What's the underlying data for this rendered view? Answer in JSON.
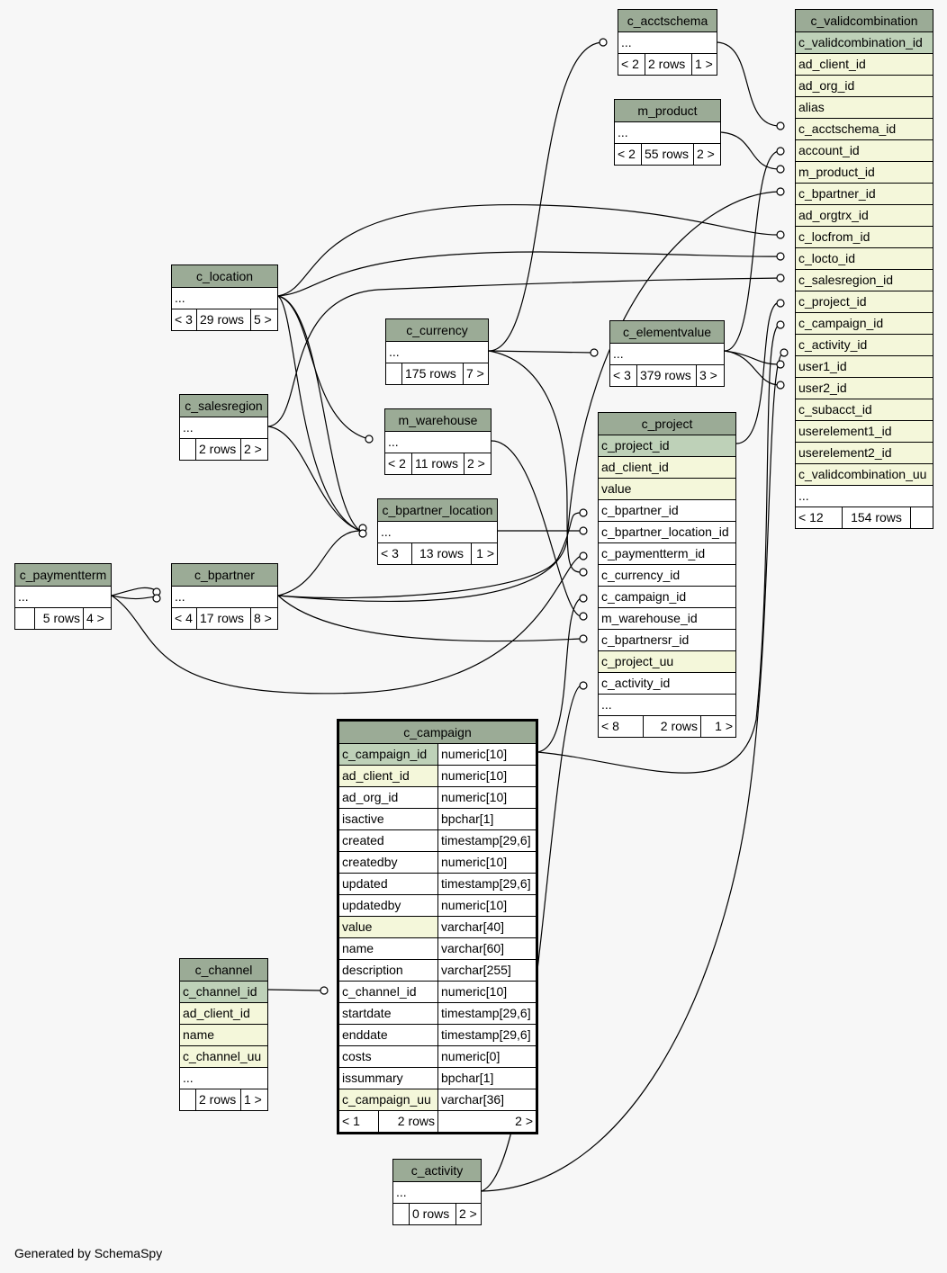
{
  "footer": "Generated by SchemaSpy",
  "colors": {
    "header": "#9bab96",
    "primary_key": "#bed1b8",
    "indexed": "#f4f7da",
    "background": "#f7f7f7"
  },
  "tables": {
    "c_acctschema": {
      "name": "c_acctschema",
      "rows": [
        "..."
      ],
      "footer": [
        "< 2",
        "2 rows",
        "1 >"
      ]
    },
    "m_product": {
      "name": "m_product",
      "rows": [
        "..."
      ],
      "footer": [
        "< 2",
        "55 rows",
        "2 >"
      ]
    },
    "c_validcombination": {
      "name": "c_validcombination",
      "rows": [
        "c_validcombination_id",
        "ad_client_id",
        "ad_org_id",
        "alias",
        "c_acctschema_id",
        "account_id",
        "m_product_id",
        "c_bpartner_id",
        "ad_orgtrx_id",
        "c_locfrom_id",
        "c_locto_id",
        "c_salesregion_id",
        "c_project_id",
        "c_campaign_id",
        "c_activity_id",
        "user1_id",
        "user2_id",
        "c_subacct_id",
        "userelement1_id",
        "userelement2_id",
        "c_validcombination_uu",
        "..."
      ],
      "footer": [
        "< 12",
        "154 rows",
        ""
      ]
    },
    "c_location": {
      "name": "c_location",
      "rows": [
        "..."
      ],
      "footer": [
        "< 3",
        "29 rows",
        "5 >"
      ]
    },
    "c_currency": {
      "name": "c_currency",
      "rows": [
        "..."
      ],
      "footer": [
        "",
        "175 rows",
        "7 >"
      ]
    },
    "c_elementvalue": {
      "name": "c_elementvalue",
      "rows": [
        "..."
      ],
      "footer": [
        "< 3",
        "379 rows",
        "3 >"
      ]
    },
    "c_salesregion": {
      "name": "c_salesregion",
      "rows": [
        "..."
      ],
      "footer": [
        "",
        "2 rows",
        "2 >"
      ]
    },
    "m_warehouse": {
      "name": "m_warehouse",
      "rows": [
        "..."
      ],
      "footer": [
        "< 2",
        "11 rows",
        "2 >"
      ]
    },
    "c_project": {
      "name": "c_project",
      "rows": [
        "c_project_id",
        "ad_client_id",
        "value",
        "c_bpartner_id",
        "c_bpartner_location_id",
        "c_paymentterm_id",
        "c_currency_id",
        "c_campaign_id",
        "m_warehouse_id",
        "c_bpartnersr_id",
        "c_project_uu",
        "c_activity_id",
        "..."
      ],
      "footer": [
        "< 8",
        "2 rows",
        "1 >"
      ]
    },
    "c_bpartner_location": {
      "name": "c_bpartner_location",
      "rows": [
        "..."
      ],
      "footer": [
        "< 3",
        "13 rows",
        "1 >"
      ]
    },
    "c_paymentterm": {
      "name": "c_paymentterm",
      "rows": [
        "..."
      ],
      "footer": [
        "",
        "5 rows",
        "4 >"
      ]
    },
    "c_bpartner": {
      "name": "c_bpartner",
      "rows": [
        "..."
      ],
      "footer": [
        "< 4",
        "17 rows",
        "8 >"
      ]
    },
    "c_campaign": {
      "name": "c_campaign",
      "rows": [
        [
          "c_campaign_id",
          "numeric[10]"
        ],
        [
          "ad_client_id",
          "numeric[10]"
        ],
        [
          "ad_org_id",
          "numeric[10]"
        ],
        [
          "isactive",
          "bpchar[1]"
        ],
        [
          "created",
          "timestamp[29,6]"
        ],
        [
          "createdby",
          "numeric[10]"
        ],
        [
          "updated",
          "timestamp[29,6]"
        ],
        [
          "updatedby",
          "numeric[10]"
        ],
        [
          "value",
          "varchar[40]"
        ],
        [
          "name",
          "varchar[60]"
        ],
        [
          "description",
          "varchar[255]"
        ],
        [
          "c_channel_id",
          "numeric[10]"
        ],
        [
          "startdate",
          "timestamp[29,6]"
        ],
        [
          "enddate",
          "timestamp[29,6]"
        ],
        [
          "costs",
          "numeric[0]"
        ],
        [
          "issummary",
          "bpchar[1]"
        ],
        [
          "c_campaign_uu",
          "varchar[36]"
        ]
      ],
      "footer": [
        "< 1",
        "2 rows",
        "2 >"
      ]
    },
    "c_channel": {
      "name": "c_channel",
      "rows": [
        "c_channel_id",
        "ad_client_id",
        "name",
        "c_channel_uu",
        "..."
      ],
      "footer": [
        "",
        "2 rows",
        "1 >"
      ]
    },
    "c_activity": {
      "name": "c_activity",
      "rows": [
        "..."
      ],
      "footer": [
        "",
        "0 rows",
        "2 >"
      ]
    }
  }
}
